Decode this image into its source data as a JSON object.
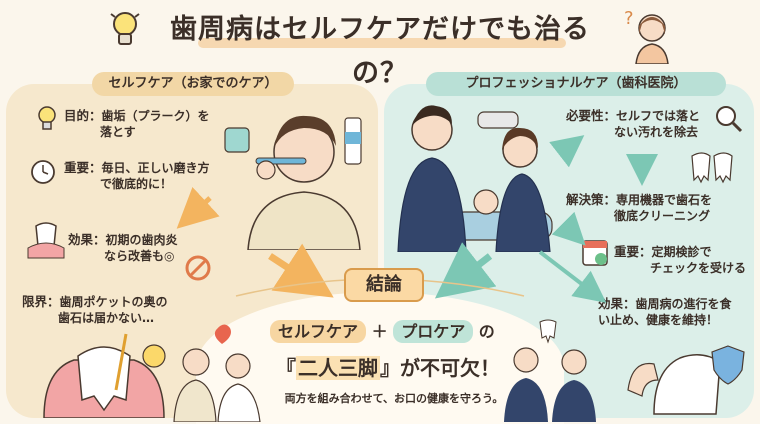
{
  "title": "歯周病はセルフケアだけでも治るの？",
  "left": {
    "heading": "セルフケア（お家でのケア）",
    "purpose": {
      "key": "目的：",
      "text1": "歯垢（プラーク）を",
      "text2": "落とす"
    },
    "important": {
      "key": "重要：",
      "text1": "毎日、正しい磨き方",
      "text2": "で徹底的に！"
    },
    "effect": {
      "key": "効果：",
      "text1": "初期の歯肉炎",
      "text2": "なら改善も◎"
    },
    "limit": {
      "key": "限界：",
      "text1": "歯周ポケットの奥の",
      "text2": "歯石は届かない…"
    }
  },
  "right": {
    "heading": "プロフェッショナルケア（歯科医院）",
    "necessity": {
      "key": "必要性：",
      "text1": "セルフでは落と",
      "text2": "ない汚れを除去"
    },
    "solution": {
      "key": "解決策：",
      "text1": "専用機器で歯石を",
      "text2": "徹底クリーニング"
    },
    "important": {
      "key": "重要：",
      "text1": "定期検診で",
      "text2": "チェックを受ける"
    },
    "effect": {
      "key": "効果：",
      "text1": "歯周病の進行を食",
      "text2": "い止め、健康を維持！"
    }
  },
  "conclusion": {
    "label": "結論",
    "self": "セルフケア",
    "plus": "＋",
    "pro": "プロケア",
    "no": "の",
    "phrase_open": "『",
    "phrase": "二人三脚",
    "phrase_close": "』が不可欠！",
    "sub": "両方を組み合わせて、お口の健康を守ろう。"
  },
  "colors": {
    "left_panel": "#f6e8cd",
    "right_panel": "#dcefe9",
    "accent_orange": "#f3b45f",
    "accent_teal": "#7cc7b4"
  }
}
